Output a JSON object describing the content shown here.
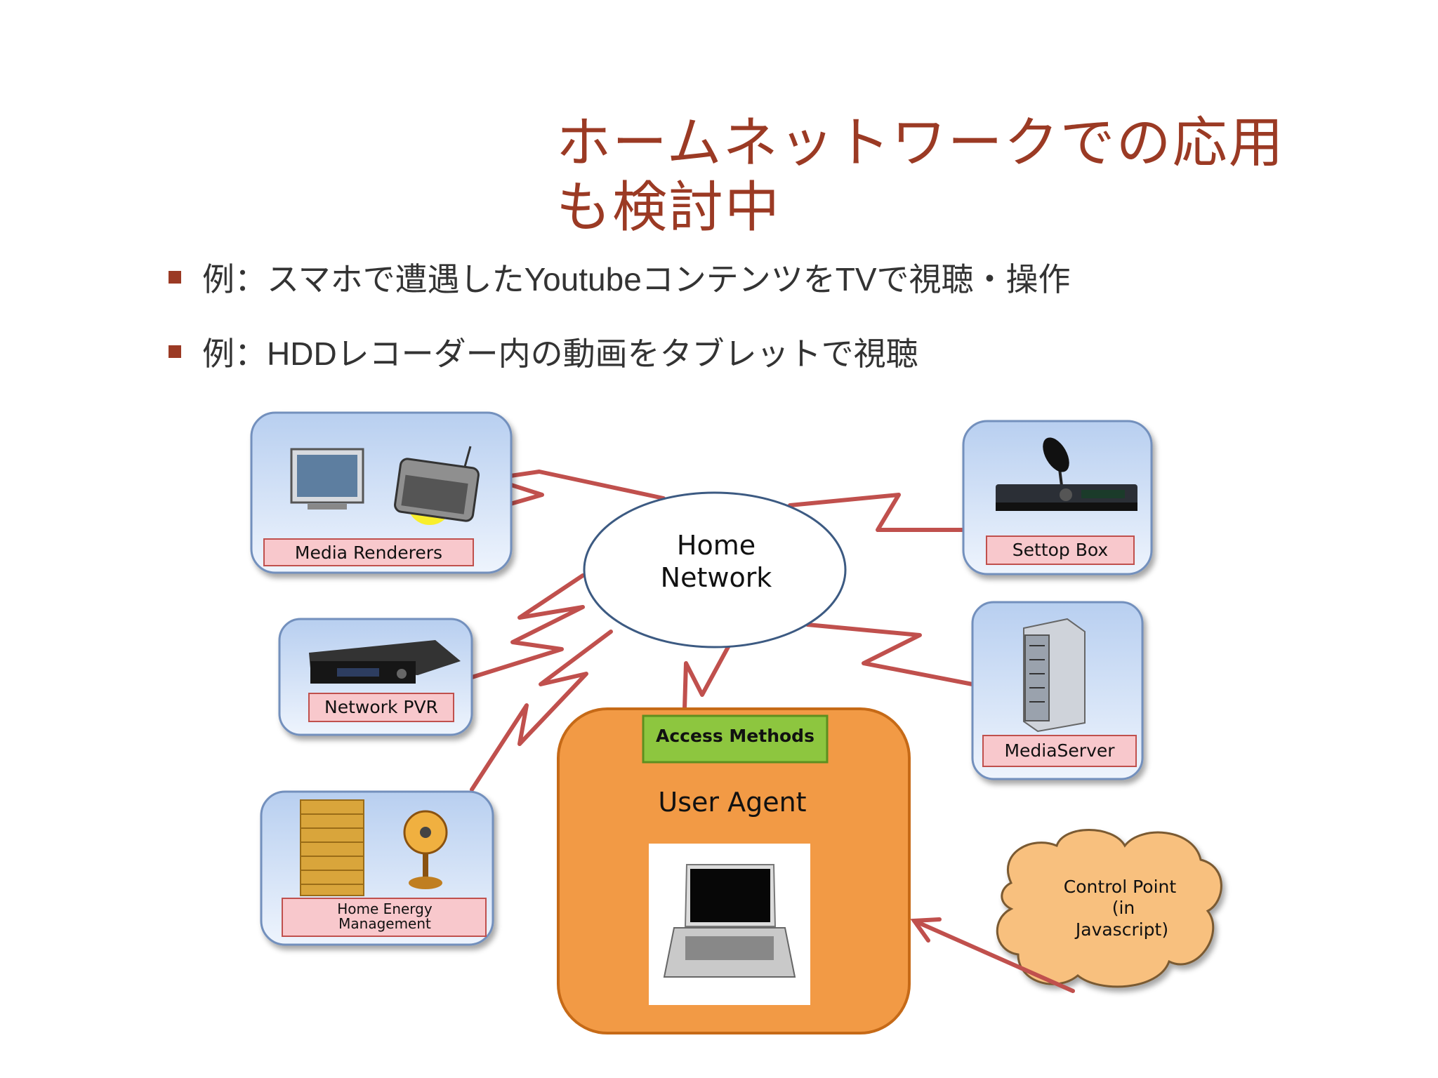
{
  "slide": {
    "title_line1": "ホームネットワークでの応用",
    "title_line2": "も検討中",
    "bullets": [
      "例：スマホで遭遇したYoutubeコンテンツをTVで視聴・操作",
      "例：HDDレコーダー内の動画をタブレットで視聴"
    ]
  },
  "diagram": {
    "home_network": [
      "Home",
      "Network"
    ],
    "media_renderers": "Media Renderers",
    "settop_box": "Settop Box",
    "network_pvr": "Network PVR",
    "media_server": "MediaServer",
    "home_energy": [
      "Home Energy",
      "Management"
    ],
    "access_methods": "Access Methods",
    "user_agent": "User Agent",
    "control_point": [
      "Control Point",
      "(in",
      "Javascript)"
    ]
  },
  "colors": {
    "title": "#9b3a24",
    "link": "#c0504d",
    "device_box": "#dce8f8",
    "label_box": "#f8c8cc",
    "user_agent": "#f29a45",
    "access_methods": "#8dc63f",
    "cloud": "#f8c07e"
  }
}
